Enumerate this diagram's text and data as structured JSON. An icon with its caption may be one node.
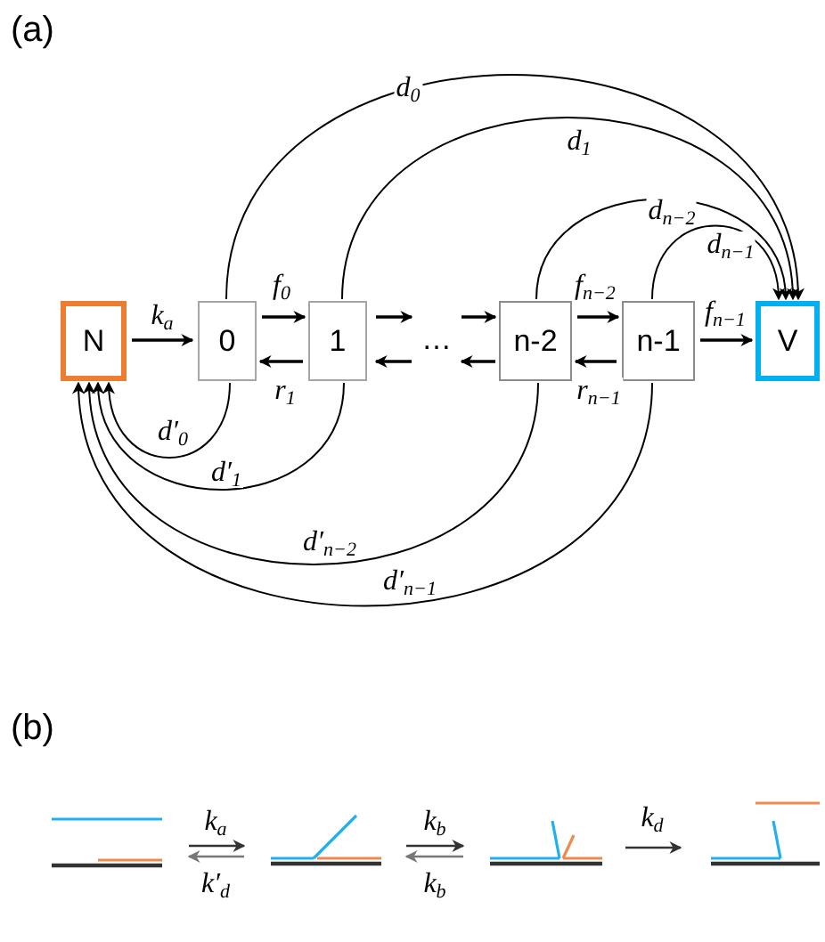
{
  "diagram": {
    "nodes": [
      {
        "text": [
          "N"
        ]
      },
      {
        "text": [
          "0"
        ]
      },
      {
        "text": [
          "1"
        ]
      },
      {
        "text": [
          "…"
        ]
      },
      {
        "text": [
          "n-2"
        ]
      },
      {
        "text": [
          "n-1"
        ]
      },
      {
        "text": [
          "V"
        ]
      },
      {
        "text": [],
        "shape": "picture"
      },
      {
        "text": [],
        "shape": "picture"
      },
      {
        "text": [],
        "shape": "picture"
      },
      {
        "text": [],
        "shape": "picture"
      }
    ],
    "edges": [
      {
        "from": 0,
        "to": 1,
        "arrow": "to",
        "label": "k$_{a}$"
      },
      {
        "from": 1,
        "to": 2,
        "arrow": "to",
        "label": "f$_{0}$"
      },
      {
        "from": 2,
        "to": 1,
        "arrow": "to",
        "label": "r$_{1}$"
      },
      {
        "from": 2,
        "to": 3,
        "arrow": "to"
      },
      {
        "from": 3,
        "to": 2,
        "arrow": "to"
      },
      {
        "from": 3,
        "to": 4,
        "arrow": "to"
      },
      {
        "from": 4,
        "to": 3,
        "arrow": "to"
      },
      {
        "from": 4,
        "to": 5,
        "arrow": "to",
        "label": "f$_{n−2}$"
      },
      {
        "from": 5,
        "to": 4,
        "arrow": "to",
        "label": "r$_{n−1}$"
      },
      {
        "from": 5,
        "to": 6,
        "arrow": "to",
        "label": "f$_{n−1}$"
      },
      {
        "from": 1,
        "to": 6,
        "arrow": "to",
        "label": "d$_{0}$"
      },
      {
        "from": 2,
        "to": 6,
        "arrow": "to",
        "label": "d$_{1}$"
      },
      {
        "from": 4,
        "to": 6,
        "arrow": "to",
        "label": "d$_{n−2}$"
      },
      {
        "from": 5,
        "to": 6,
        "arrow": "to",
        "label": "d$_{n−1}$"
      },
      {
        "from": 1,
        "to": 0,
        "arrow": "to",
        "label": "d′$_{0}$"
      },
      {
        "from": 2,
        "to": 0,
        "arrow": "to",
        "label": "d′$_{1}$"
      },
      {
        "from": 4,
        "to": 0,
        "arrow": "to",
        "label": "d′$_{n−2}$"
      },
      {
        "from": 5,
        "to": 0,
        "arrow": "to",
        "label": "d′$_{n−1}$"
      },
      {
        "from": 7,
        "to": 8,
        "arrow": "to",
        "label": "k$_{a}$"
      },
      {
        "from": 8,
        "to": 7,
        "arrow": "to",
        "label": "k′$_{d}$",
        "color": "#777777"
      },
      {
        "from": 8,
        "to": 9,
        "arrow": "to",
        "label": "k$_{b}$"
      },
      {
        "from": 9,
        "to": 8,
        "arrow": "to",
        "label": "k$_{b}$",
        "color": "#777777"
      },
      {
        "from": 9,
        "to": 10,
        "arrow": "to",
        "label": "k$_{d}$"
      }
    ],
    "labels": [
      "(a)",
      "(b)"
    ]
  }
}
